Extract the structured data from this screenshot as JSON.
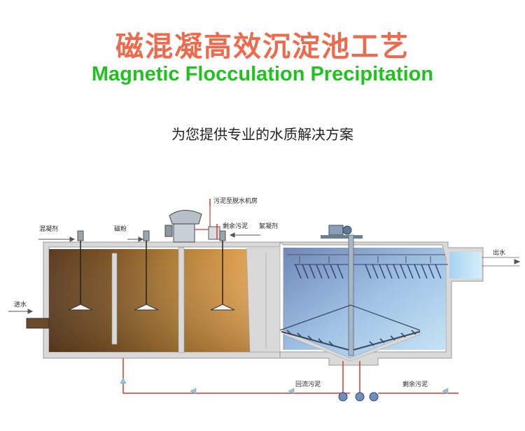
{
  "header": {
    "title_cn": "磁混凝高效沉淀池工艺",
    "title_en": "Magnetic Flocculation Precipitation",
    "tagline": "为您提供专业的水质解决方案"
  },
  "diagram": {
    "labels": {
      "coagulant": "混凝剂",
      "magnetic_powder": "磁粉",
      "sludge_to_dewatering": "污泥至脱水机房",
      "excess_sludge_top": "剩余污泥",
      "flocculant": "絮凝剂",
      "outlet": "出水",
      "inlet": "进水",
      "return_sludge": "回流污泥",
      "excess_sludge_bottom": "剩余污泥"
    },
    "colors": {
      "title_cn": "#ee6a4d",
      "title_en": "#1fc21f",
      "tank_wall": "#d9d9d9",
      "flow_line": "#d43c2c"
    }
  }
}
